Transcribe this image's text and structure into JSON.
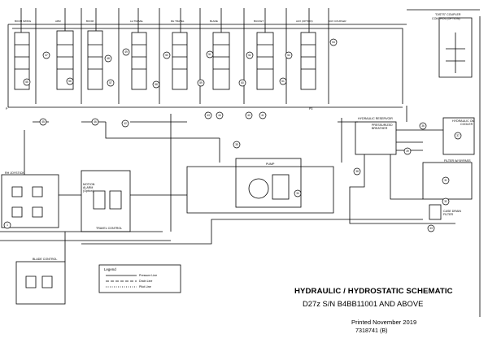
{
  "title": "HYDRAULIC / HYDROSTATIC SCHEMATIC",
  "subtitle": "D27z S/N B4BB11001 AND ABOVE",
  "printed": "Printed November 2019",
  "part_number": "7318741 (B)",
  "legend": {
    "heading": "Legend",
    "items": [
      "Pressure Line",
      "Drain Line",
      "Pilot Line"
    ]
  },
  "section_labels": {
    "coupler_control": [
      "\"DISTS\" COUPLER",
      "CONTROL (OPTION)"
    ],
    "hydraulic_reservoir": "HYDRAULIC RESERVOIR",
    "breather": [
      "PRESSURIZED",
      "BREATHER"
    ],
    "oil_cooler": [
      "HYDRAULIC OIL",
      "COOLER"
    ],
    "filter_bypass": "FILTER W/ BYPASS",
    "case_drain_filter": [
      "CASE DRAIN",
      "FILTER"
    ],
    "pump": "PUMP",
    "joystick": "RH JOYSTICK",
    "motion_alarm": [
      "MOTION",
      "ALARM",
      "(Option)"
    ],
    "travel_control": "TRAVEL CONTROL",
    "blade_control": "BLADE CONTROL",
    "port_p": "P",
    "port_p3": "P3"
  },
  "valve_headers": [
    "BOOM SWING",
    "ARM",
    "BOOM",
    "LH TRAVEL",
    "RH TRAVEL",
    "BLADE",
    "BUCKET",
    "AUX (OPTION)",
    "AUX COUPLER"
  ],
  "callouts": [
    "47",
    "48",
    "49",
    "50",
    "51",
    "52",
    "53",
    "54",
    "55",
    "56",
    "57",
    "58",
    "59",
    "60",
    "61",
    "45",
    "46",
    "42",
    "43",
    "44",
    "40",
    "41",
    "38",
    "39",
    "36",
    "37",
    "31",
    "32",
    "33",
    "34",
    "35",
    "1",
    "2",
    "3",
    "4",
    "5",
    "6",
    "7",
    "8",
    "9",
    "10",
    "11",
    "12",
    "13",
    "14",
    "15",
    "16",
    "18",
    "19",
    "20",
    "21",
    "22",
    "23",
    "24",
    "25",
    "26",
    "27",
    "28",
    "29",
    "30"
  ]
}
